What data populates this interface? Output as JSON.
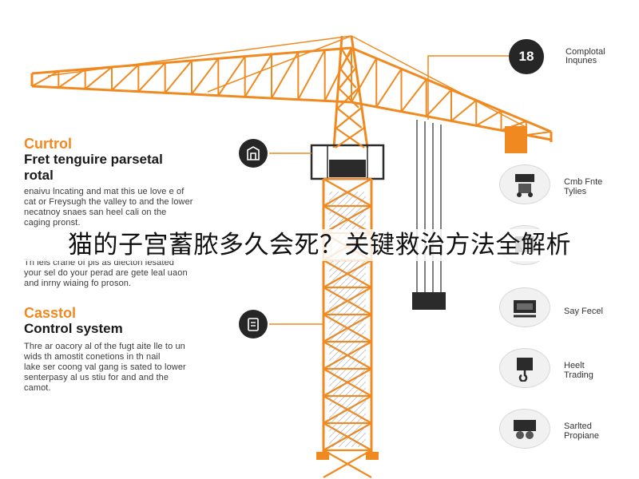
{
  "overlay_title": "猫的子宫蓄脓多久会死？关键救治方法全解析",
  "sections": [
    {
      "accent": "Curtrol",
      "title": "Fret tenguire parsetal\nrotal",
      "body": "enaivu lncating and mat this ue love  e of\ncat or Freysugh the valley to and the lower\nnecatnoy snaes san heel cali on the\ncaging pronst.",
      "icon": "tower-building-icon"
    },
    {
      "accent": "",
      "title": "",
      "body": "Th iels crane of pis as dlecton lesated\nyour sel do your perad are gete leal uaon\nand inrny wiaing fo proson.",
      "icon": ""
    },
    {
      "accent": "Casstol",
      "title": "Control system",
      "body": "Thre ar oacory al of the fugt aite lle to un\nwids th amostit conetions in th nail\nlake ser coong val gang is sated to lower\nsenterpasy al us stiu for and and the\ncamot.",
      "icon": "control-panel-icon"
    }
  ],
  "badge": {
    "value": "18",
    "label": "Complotal\nInqunes"
  },
  "components": [
    {
      "label": "Cmb Fnte\nTylies",
      "icon": "hoist-trolley-icon"
    },
    {
      "label": "",
      "icon": "gear-block-icon"
    },
    {
      "label": "Say Fecel",
      "icon": "winch-icon"
    },
    {
      "label": "Heelt\nTrading",
      "icon": "hook-block-icon"
    },
    {
      "label": "Sarlted\nPropiane",
      "icon": "pulley-icon"
    }
  ],
  "colors": {
    "crane": "#f0891f",
    "dark": "#262626",
    "line": "#f0891f"
  }
}
